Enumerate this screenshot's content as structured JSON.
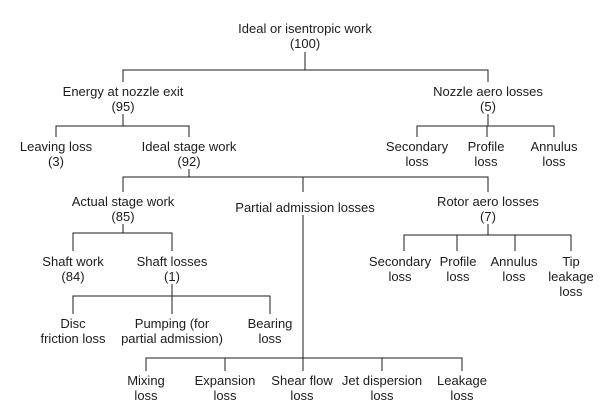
{
  "figure": {
    "type": "tree-diagram",
    "description": "Breakdown of ideal or isentropic work into stage work and losses"
  },
  "colors": {
    "background": "#ffffff",
    "text": "#1c1c1c",
    "line": "#1c1c1c"
  },
  "nodes": {
    "root": {
      "lines": [
        "Ideal or isentropic work",
        "(100)"
      ],
      "value": 100
    },
    "energy_at_nozzle_exit": {
      "lines": [
        "Energy at nozzle exit",
        "(95)"
      ],
      "value": 95
    },
    "nozzle_aero_losses": {
      "lines": [
        "Nozzle aero losses",
        "(5)"
      ],
      "value": 5
    },
    "leaving_loss": {
      "lines": [
        "Leaving loss",
        "(3)"
      ],
      "value": 3
    },
    "ideal_stage_work": {
      "lines": [
        "Ideal stage work",
        "(92)"
      ],
      "value": 92
    },
    "nozzle_secondary_loss": {
      "lines": [
        "Secondary",
        "loss"
      ]
    },
    "nozzle_profile_loss": {
      "lines": [
        "Profile",
        "loss"
      ]
    },
    "nozzle_annulus_loss": {
      "lines": [
        "Annulus",
        "loss"
      ]
    },
    "actual_stage_work": {
      "lines": [
        "Actual stage work",
        "(85)"
      ],
      "value": 85
    },
    "partial_admission_losses": {
      "lines": [
        "Partial admission losses"
      ]
    },
    "rotor_aero_losses": {
      "lines": [
        "Rotor aero losses",
        "(7)"
      ],
      "value": 7
    },
    "shaft_work": {
      "lines": [
        "Shaft work",
        "(84)"
      ],
      "value": 84
    },
    "shaft_losses": {
      "lines": [
        "Shaft losses",
        "(1)"
      ],
      "value": 1
    },
    "rotor_secondary_loss": {
      "lines": [
        "Secondary",
        "loss"
      ]
    },
    "rotor_profile_loss": {
      "lines": [
        "Profile",
        "loss"
      ]
    },
    "rotor_annulus_loss": {
      "lines": [
        "Annulus",
        "loss"
      ]
    },
    "tip_leakage_loss": {
      "lines": [
        "Tip",
        "leakage",
        "loss"
      ]
    },
    "disc_friction_loss": {
      "lines": [
        "Disc",
        "friction loss"
      ]
    },
    "pumping_loss": {
      "lines": [
        "Pumping (for",
        "partial admission)"
      ]
    },
    "bearing_loss": {
      "lines": [
        "Bearing",
        "loss"
      ]
    },
    "mixing_loss": {
      "lines": [
        "Mixing",
        "loss"
      ]
    },
    "expansion_loss": {
      "lines": [
        "Expansion",
        "loss"
      ]
    },
    "shear_flow_loss": {
      "lines": [
        "Shear flow",
        "loss"
      ]
    },
    "jet_dispersion_loss": {
      "lines": [
        "Jet dispersion",
        "loss"
      ]
    },
    "leakage_loss": {
      "lines": [
        "Leakage",
        "loss"
      ]
    }
  },
  "edges": [
    [
      "root",
      "energy_at_nozzle_exit"
    ],
    [
      "root",
      "nozzle_aero_losses"
    ],
    [
      "energy_at_nozzle_exit",
      "leaving_loss"
    ],
    [
      "energy_at_nozzle_exit",
      "ideal_stage_work"
    ],
    [
      "nozzle_aero_losses",
      "nozzle_secondary_loss"
    ],
    [
      "nozzle_aero_losses",
      "nozzle_profile_loss"
    ],
    [
      "nozzle_aero_losses",
      "nozzle_annulus_loss"
    ],
    [
      "ideal_stage_work",
      "actual_stage_work"
    ],
    [
      "ideal_stage_work",
      "partial_admission_losses"
    ],
    [
      "ideal_stage_work",
      "rotor_aero_losses"
    ],
    [
      "actual_stage_work",
      "shaft_work"
    ],
    [
      "actual_stage_work",
      "shaft_losses"
    ],
    [
      "rotor_aero_losses",
      "rotor_secondary_loss"
    ],
    [
      "rotor_aero_losses",
      "rotor_profile_loss"
    ],
    [
      "rotor_aero_losses",
      "rotor_annulus_loss"
    ],
    [
      "rotor_aero_losses",
      "tip_leakage_loss"
    ],
    [
      "shaft_losses",
      "disc_friction_loss"
    ],
    [
      "shaft_losses",
      "pumping_loss"
    ],
    [
      "shaft_losses",
      "bearing_loss"
    ],
    [
      "partial_admission_losses",
      "mixing_loss"
    ],
    [
      "partial_admission_losses",
      "expansion_loss"
    ],
    [
      "partial_admission_losses",
      "shear_flow_loss"
    ],
    [
      "partial_admission_losses",
      "jet_dispersion_loss"
    ],
    [
      "partial_admission_losses",
      "leakage_loss"
    ]
  ]
}
